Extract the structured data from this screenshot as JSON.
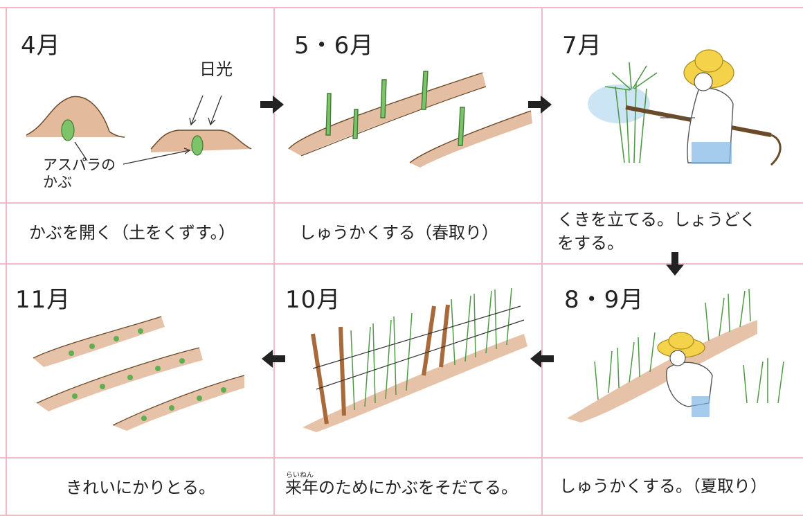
{
  "panels": [
    {
      "month": "4月",
      "caption": "かぶを開く（土をくずす。）",
      "labels": {
        "sunlight": "日光",
        "crown_line1": "アスパラの",
        "crown_line2": "かぶ"
      }
    },
    {
      "month": "5・6月",
      "caption": "しゅうかくする（春取り）"
    },
    {
      "month": "7月",
      "caption_line1": "くきを立てる。しょうどく",
      "caption_line2": "をする。"
    },
    {
      "month": "8・9月",
      "caption": "しゅうかくする。（夏取り）"
    },
    {
      "month": "10月",
      "caption": "来年のためにかぶをそだてる。",
      "furigana": "らいねん"
    },
    {
      "month": "11月",
      "caption": "きれいにかりとる。"
    }
  ],
  "colors": {
    "grid": "#f2b9c6",
    "soil": "#d9a37a",
    "plant": "#7cc36a",
    "hat": "#f4d24a",
    "arrow": "#222222"
  }
}
